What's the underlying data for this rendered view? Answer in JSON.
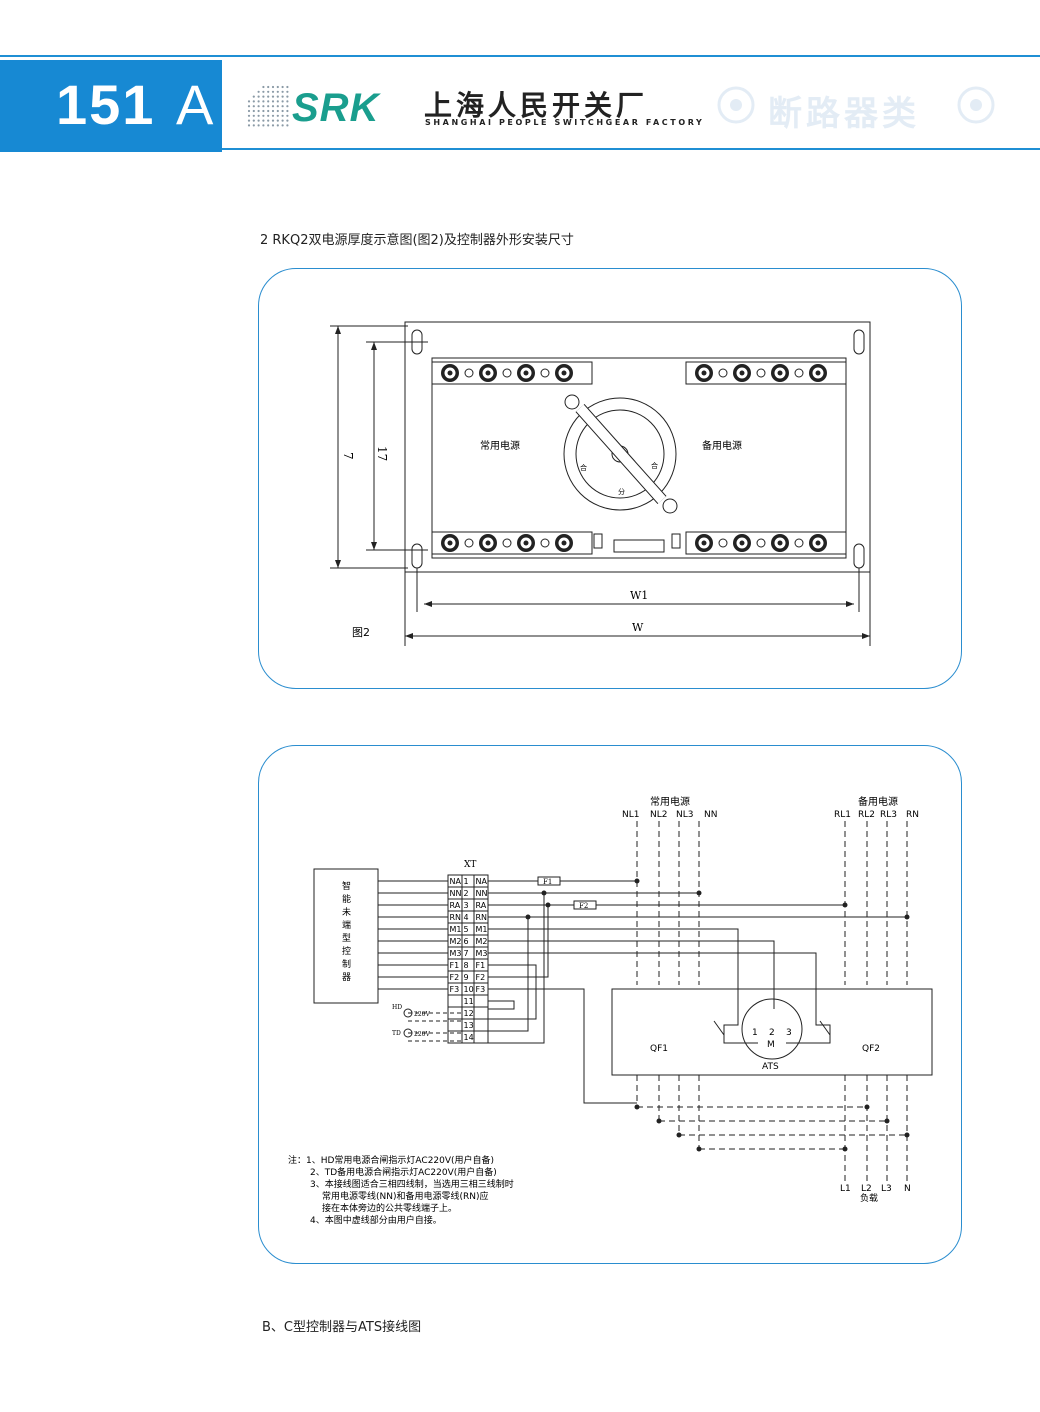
{
  "header": {
    "page_number": "151",
    "page_letter": "A",
    "brand_logo": "SRK",
    "company_cn": "上海人民开关厂",
    "company_en": "SHANGHAI PEOPLE SWITCHGEAR FACTORY",
    "category": "断路器类"
  },
  "section1": {
    "title": "2 RKQ2双电源厚度示意图(图2)及控制器外形安装尺寸",
    "figure_label": "图2",
    "dim_h_outer": "7",
    "dim_h_inner": "17",
    "dim_w_inner": "W1",
    "dim_w_outer": "W",
    "left_label": "常用电源",
    "right_label": "备用电源",
    "handle_marks": [
      "合",
      "分",
      "合"
    ]
  },
  "section2": {
    "normal_source": "常用电源",
    "backup_source": "备用电源",
    "normal_lines": [
      "NL1",
      "NL2",
      "NL3",
      "NN"
    ],
    "backup_lines": [
      "RL1",
      "RL2",
      "RL3",
      "RN"
    ],
    "controller_label": [
      "智",
      "能",
      "未",
      "端",
      "型",
      "控",
      "制",
      "器"
    ],
    "xt_label": "XT",
    "terminals": [
      {
        "l": "NA",
        "n": "1",
        "r": "NA"
      },
      {
        "l": "NN",
        "n": "2",
        "r": "NN"
      },
      {
        "l": "RA",
        "n": "3",
        "r": "RA"
      },
      {
        "l": "RN",
        "n": "4",
        "r": "RN"
      },
      {
        "l": "M1",
        "n": "5",
        "r": "M1"
      },
      {
        "l": "M2",
        "n": "6",
        "r": "M2"
      },
      {
        "l": "M3",
        "n": "7",
        "r": "M3"
      },
      {
        "l": "F1",
        "n": "8",
        "r": "F1"
      },
      {
        "l": "F2",
        "n": "9",
        "r": "F2"
      },
      {
        "l": "F3",
        "n": "10",
        "r": "F3"
      },
      {
        "l": "",
        "n": "11",
        "r": ""
      },
      {
        "l": "",
        "n": "12",
        "r": ""
      },
      {
        "l": "",
        "n": "13",
        "r": ""
      },
      {
        "l": "",
        "n": "14",
        "r": ""
      }
    ],
    "fuse1": "F1",
    "fuse2": "F2",
    "hd_label": "HD",
    "td_label": "TD",
    "lamp_voltage": "220V",
    "motor_terminals": [
      "1",
      "2",
      "3"
    ],
    "motor_label": "M",
    "qf1": "QF1",
    "qf2": "QF2",
    "ats": "ATS",
    "load_lines": [
      "L1",
      "L2",
      "L3",
      "N"
    ],
    "load_label": "负载",
    "notes": [
      "注：1、HD常用电源合闸指示灯AC220V(用户自备)",
      "2、TD备用电源合闸指示灯AC220V(用户自备)",
      "3、本接线图适合三相四线制，当选用三相三线制时",
      "常用电源零线(NN)和备用电源零线(RN)应",
      "接在本体旁边的公共零线端子上。",
      "4、本图中虚线部分由用户自接。"
    ]
  },
  "footer_title": "B、C型控制器与ATS接线图",
  "colors": {
    "accent_blue": "#1789d3",
    "panel_border": "#2a8dcf",
    "logo_green": "#1a9e8e"
  }
}
